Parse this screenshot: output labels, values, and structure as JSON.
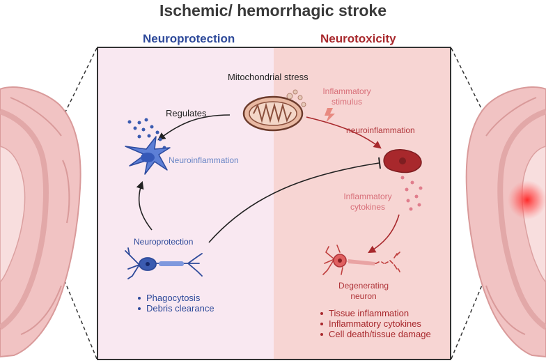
{
  "title": "Ischemic/ hemorrhagic stroke",
  "headers": {
    "left": "Neuroprotection",
    "right": "Neurotoxicity"
  },
  "labels": {
    "mito_stress": "Mitochondrial stress",
    "regulates": "Regulates",
    "neuroinflammation_left": "Neuroinflammation",
    "neuroprotection": "Neuroprotection",
    "inflammatory_stimulus": [
      "Inflammatory",
      "stimulus"
    ],
    "neuroinflammation_right": "neuroinflammation",
    "inflammatory_cytokines": [
      "Inflammatory",
      "cytokines"
    ],
    "degenerating_neuron": [
      "Degenerating",
      "neuron"
    ]
  },
  "list_left": [
    "Phagocytosis",
    "Debris clearance"
  ],
  "list_right": [
    "Tissue inflammation",
    "Inflammatory cytokines",
    "Cell death/tissue damage"
  ],
  "colors": {
    "protection": "#2e4a9a",
    "toxicity": "#a8282c",
    "panel_left": "#f9e8f1",
    "panel_right": "#f7d5d3",
    "brain": "#f1c3c3",
    "lesion": "#ff3b3b"
  },
  "icons": [
    "brain-left-icon",
    "brain-right-icon",
    "mitochondria-icon",
    "microglia-activated-icon",
    "microglia-damaged-icon",
    "neuron-healthy-icon",
    "neuron-degenerating-icon",
    "lightning-icon"
  ]
}
